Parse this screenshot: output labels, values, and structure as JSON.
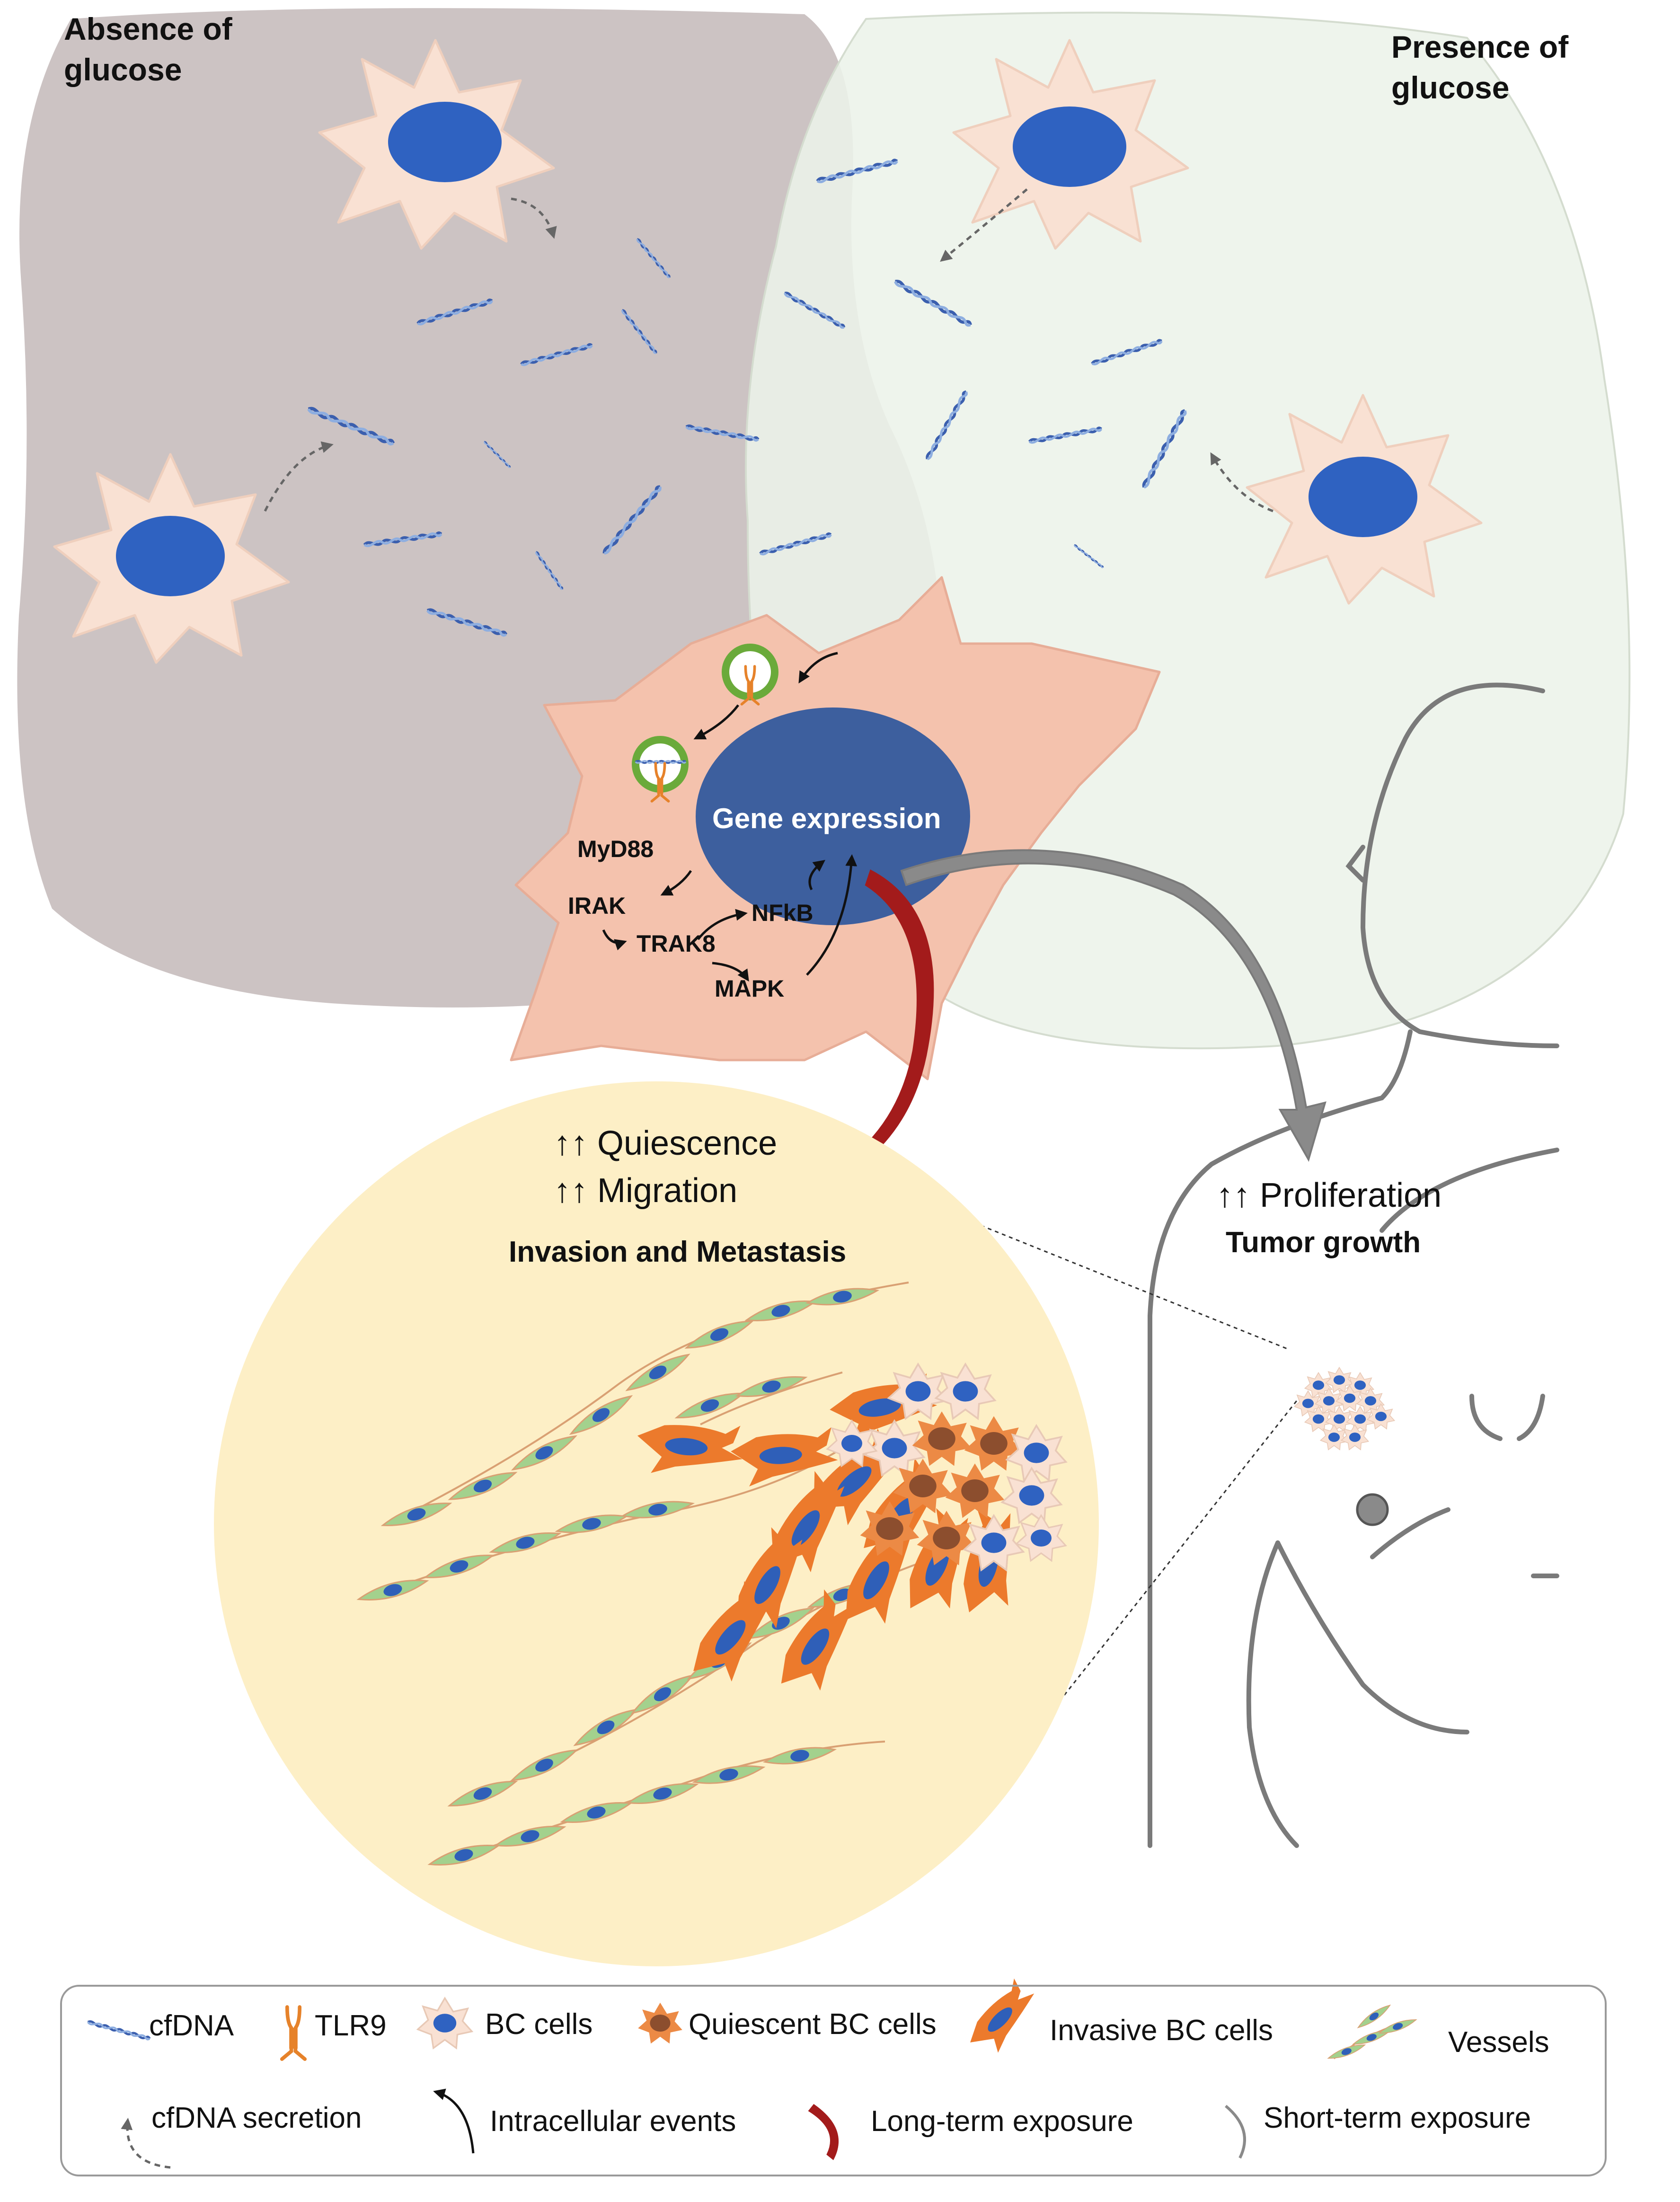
{
  "regions": {
    "left_title": "Absence of\nglucose",
    "right_title": "Presence of\nglucose"
  },
  "cell": {
    "nucleus_label": "Gene expression",
    "pathway": [
      "MyD88",
      "IRAK",
      "TRAK8",
      "NFkB",
      "MAPK"
    ]
  },
  "outcomes": {
    "left_line1": "↑↑ Quiescence",
    "left_line2": "↑↑ Migration",
    "left_heading": "Invasion and Metastasis",
    "right_line1": "↑↑ Proliferation",
    "right_heading": "Tumor growth"
  },
  "legend": {
    "items": [
      {
        "icon": "cfdna-icon",
        "label": "cfDNA"
      },
      {
        "icon": "tlr9-icon",
        "label": "TLR9"
      },
      {
        "icon": "bc-cell-icon",
        "label": "BC cells"
      },
      {
        "icon": "quiescent-cell-icon",
        "label": "Quiescent BC cells"
      },
      {
        "icon": "invasive-cell-icon",
        "label": "Invasive BC cells"
      },
      {
        "icon": "vessels-icon",
        "label": "Vessels"
      },
      {
        "icon": "dashed-arrow-icon",
        "label": "cfDNA secretion"
      },
      {
        "icon": "curved-arrow-icon",
        "label": "Intracellular events"
      },
      {
        "icon": "red-arrow-icon",
        "label": "Long-term exposure"
      },
      {
        "icon": "gray-arrow-icon",
        "label": "Short-term exposure"
      }
    ]
  },
  "colors": {
    "left_bg": "#ccc3c3",
    "right_bg": "#ecf3e9",
    "cell": "#f9e1d3",
    "main_cell": "#f4c2ad",
    "nucleus": "#2f62c1",
    "main_nucleus": "#3d5f9e",
    "dna": "#3b5fae",
    "circle": "#fdefc6",
    "vessel": "#9fcf8a",
    "invasive": "#ec7a2c",
    "quiescent_nucleus": "#8c4e2e",
    "long_term_arrow": "#a31b1b",
    "short_term_arrow": "#808080",
    "tlr9": "#e6822a",
    "endosome": "#6aaa3a"
  }
}
